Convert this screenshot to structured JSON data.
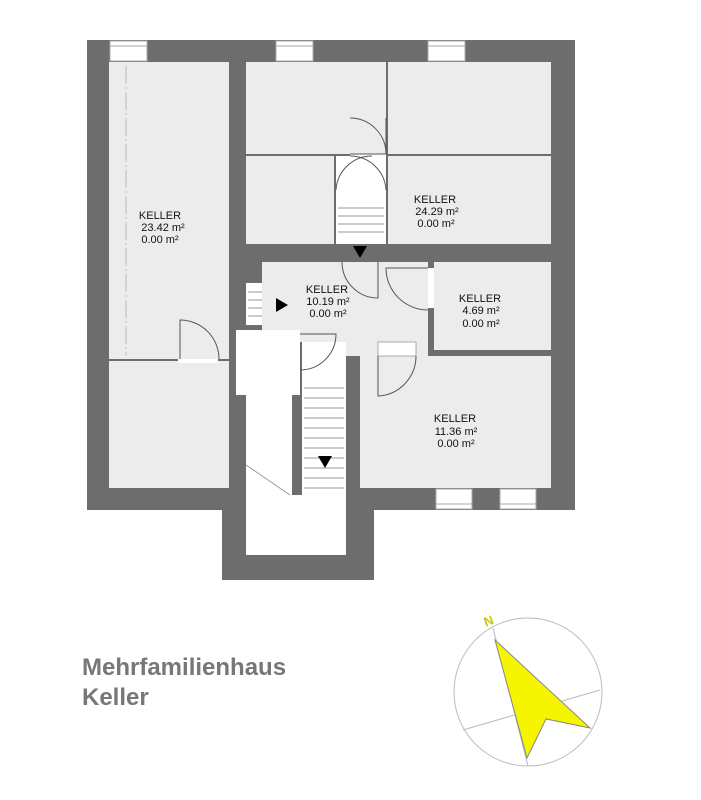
{
  "title": {
    "line1": "Mehrfamilienhaus",
    "line2": "Keller"
  },
  "compass": {
    "north_label": "N",
    "needle_color": "#f5f500"
  },
  "colors": {
    "wall": "#6d6d6d",
    "room_fill": "#ececec",
    "stair_fill": "#ffffff"
  },
  "rooms": [
    {
      "name": "KELLER",
      "area": "23.42 m²",
      "area2": "0.00 m²"
    },
    {
      "name": "KELLER",
      "area": "24.29 m²",
      "area2": "0.00 m²"
    },
    {
      "name": "KELLER",
      "area": "10.19 m²",
      "area2": "0.00 m²"
    },
    {
      "name": "KELLER",
      "area": "4.69 m²",
      "area2": "0.00 m²"
    },
    {
      "name": "KELLER",
      "area": "11.36 m²",
      "area2": "0.00 m²"
    }
  ]
}
